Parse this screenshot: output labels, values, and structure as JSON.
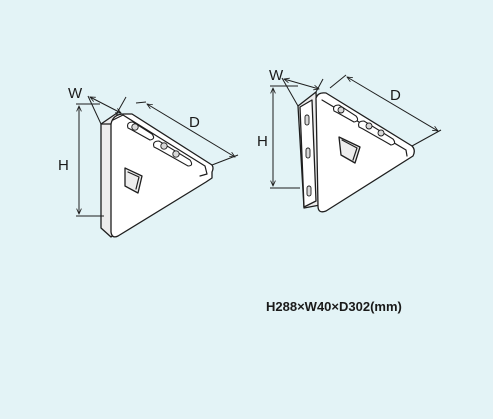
{
  "figure": {
    "left_bracket": {
      "label_w": "W",
      "label_d": "D",
      "label_h": "H"
    },
    "right_bracket": {
      "label_w": "W",
      "label_d": "D",
      "label_h": "H"
    },
    "spec_caption": "H288×W40×D302(mm)"
  },
  "colors": {
    "background": "#e3f3f6",
    "line": "#1e1e1e",
    "part_face": "#ffffff"
  }
}
